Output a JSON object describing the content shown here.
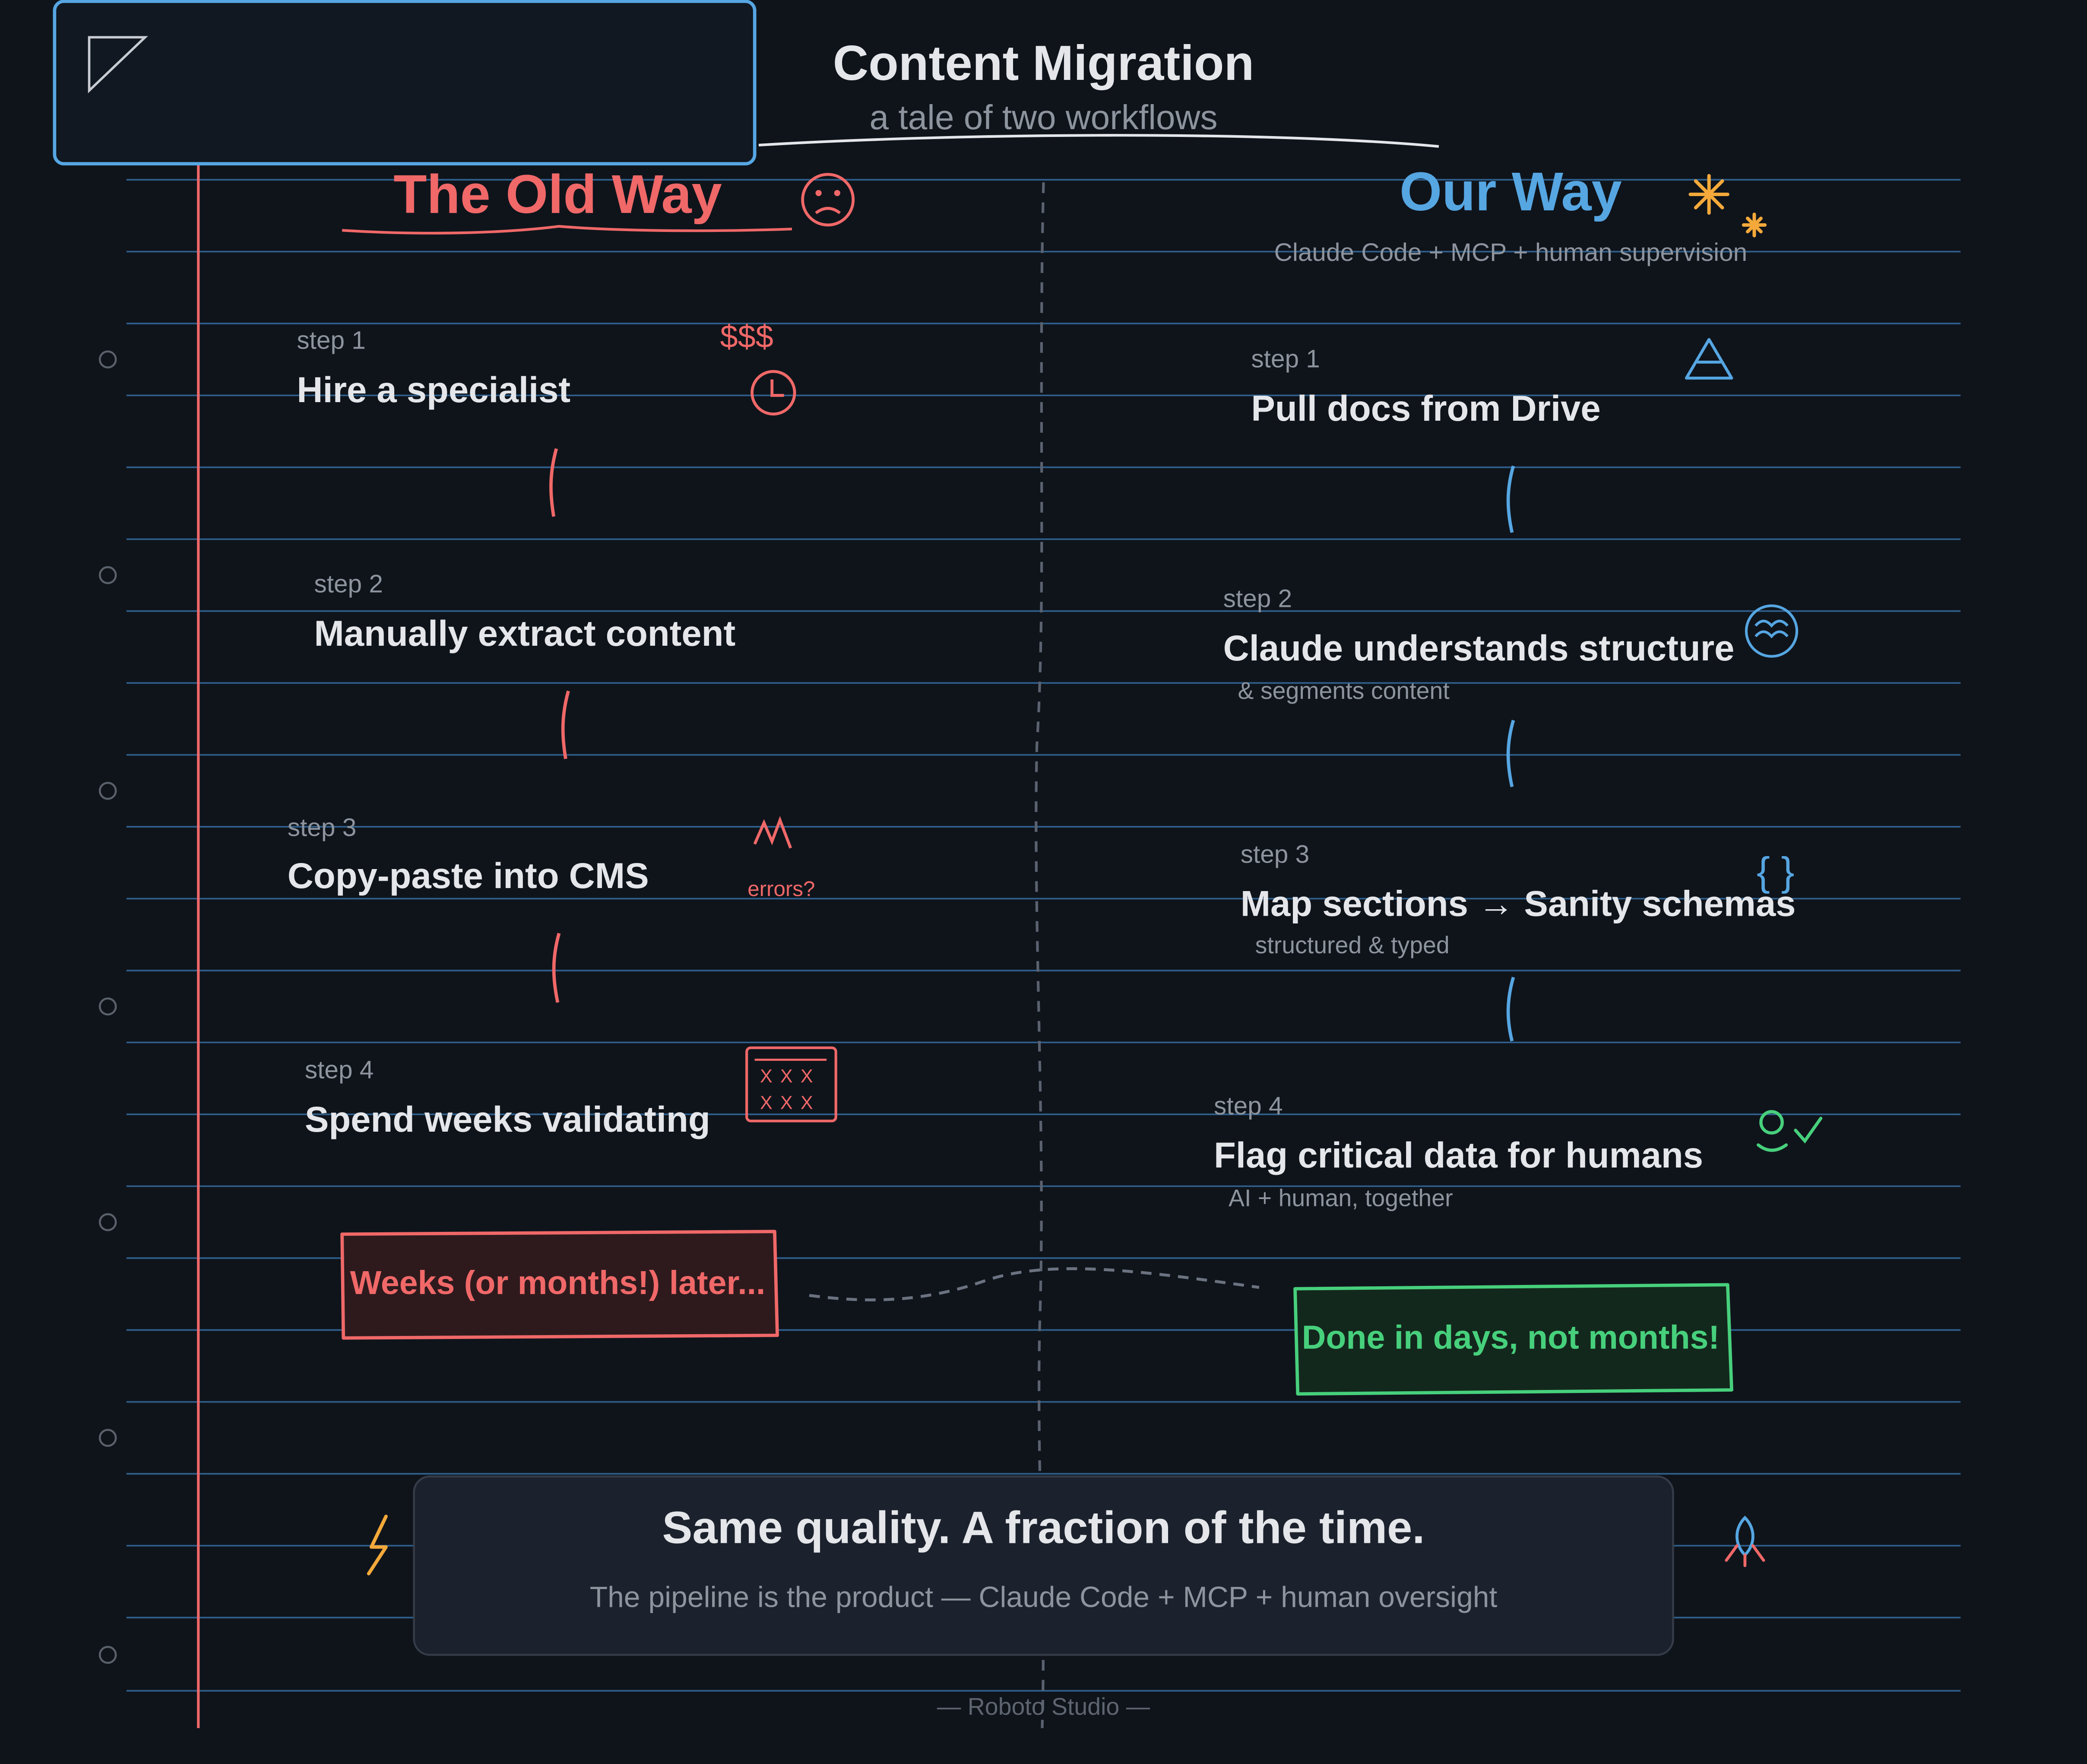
{
  "header": {
    "title": "Content Migration",
    "subtitle": "a tale of two workflows"
  },
  "old_way": {
    "heading": "The Old Way",
    "cost_mark": "$$$",
    "errors_note": "errors?",
    "log_marks": [
      "X X X",
      "X X X"
    ],
    "steps": [
      {
        "label": "step 1",
        "title": "Hire a specialist"
      },
      {
        "label": "step 2",
        "title": "Manually extract content"
      },
      {
        "label": "step 3",
        "title": "Copy-paste into CMS"
      },
      {
        "label": "step 4",
        "title": "Spend weeks validating"
      }
    ],
    "result": "Weeks (or months!) later..."
  },
  "our_way": {
    "heading": "Our Way",
    "subheading": "Claude Code + MCP + human supervision",
    "schema_glyph": "{ }",
    "steps": [
      {
        "label": "step 1",
        "title": "Pull docs from Drive",
        "note": ""
      },
      {
        "label": "step 2",
        "title": "Claude understands structure",
        "note": "& segments content"
      },
      {
        "label": "step 3",
        "title": "Map sections → Sanity schemas",
        "note": "structured & typed"
      },
      {
        "label": "step 4",
        "title": "Flag critical data for humans",
        "note": "AI + human, together"
      }
    ],
    "result": "Done in days, not months!"
  },
  "summary": {
    "headline": "Same quality. A fraction of the time.",
    "tagline": "The pipeline is the product — Claude Code + MCP + human oversight"
  },
  "footer": {
    "credit": "— Roboto Studio —"
  },
  "colors": {
    "background": "#0f141b",
    "old_way": "#f06868",
    "our_way": "#56a6e2",
    "success": "#47d07c",
    "accent": "#f4a93a",
    "text": "#e4e6ea",
    "muted": "#8d949e",
    "rule_line": "#2f5f8c"
  },
  "icons": [
    "frame-icon",
    "sad-face-icon",
    "clock-icon",
    "zigzag-icon",
    "error-log-icon",
    "sparkle-icon",
    "drive-icon",
    "brain-icon",
    "braces-icon",
    "person-check-icon",
    "lightning-icon",
    "rocket-icon"
  ]
}
